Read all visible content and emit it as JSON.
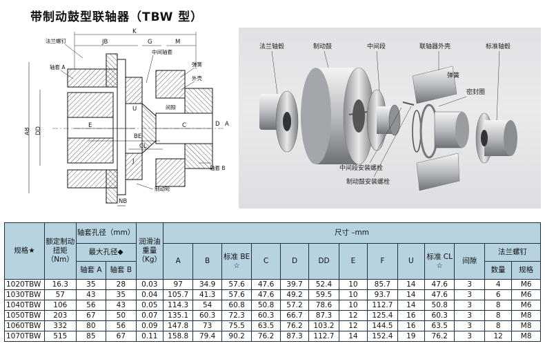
{
  "title": "带制动鼓型联轴器（TBW 型）",
  "drawing": {
    "dims": {
      "K": "K",
      "JB": "JB",
      "G": "G",
      "M": "M",
      "AB": "AB",
      "DD": "DD",
      "D": "D",
      "U": "U",
      "BE": "BE",
      "C": "C",
      "CL": "CL",
      "J": "J",
      "A": "A",
      "NB": "NB"
    },
    "labels": {
      "flange_bolt": "法兰螺钉",
      "hub_a": "轴套 A",
      "mid_shaft": "中间轴套",
      "spring": "弹簧",
      "housing": "外壳",
      "gap": "间隙",
      "hub_b": "轴套 B",
      "brake_wheel": "制动轮"
    }
  },
  "photo": {
    "labels": {
      "flange_hub": "法兰轴毂",
      "brake_drum": "制动鼓",
      "middle_section": "中间段",
      "coupling_housing": "联轴器外壳",
      "standard_hub": "标准轴毂",
      "spring": "弹簧",
      "seal": "密封圈",
      "mid_bolt": "中间段安装螺栓",
      "drum_bolt": "制动鼓安装螺栓"
    }
  },
  "table": {
    "h_model": "规格★",
    "h_torque": "额定制动扭矩（Nm）",
    "h_bore": "轴套孔径（mm）",
    "h_maxbore": "最大孔径◆",
    "h_bore_a": "轴套 A",
    "h_bore_b": "轴套 B",
    "h_lube": "润滑油重量（Kg）",
    "h_dims": "尺寸 –mm",
    "h_A": "A",
    "h_B": "B",
    "h_BE": "标准 BE ☆",
    "h_C": "C",
    "h_D": "D",
    "h_DD": "DD",
    "h_E": "E",
    "h_F": "F",
    "h_U": "U",
    "h_CL": "标准 CL ☆",
    "h_gap": "间隙",
    "h_bolt": "法兰螺钉",
    "h_qty": "数量",
    "h_spec": "规格",
    "rows": [
      [
        "1020TBW",
        "16.3",
        "35",
        "28",
        "0.03",
        "97",
        "34.9",
        "57.6",
        "47.6",
        "39.7",
        "52.4",
        "10",
        "85.7",
        "14",
        "47.6",
        "3",
        "4",
        "M6"
      ],
      [
        "1030TBW",
        "57",
        "43",
        "35",
        "0.04",
        "105.7",
        "41.3",
        "57.6",
        "47.6",
        "49.2",
        "59.5",
        "10",
        "93.7",
        "14",
        "47.6",
        "3",
        "6",
        "M6"
      ],
      [
        "1040TBW",
        "106",
        "56",
        "43",
        "0.05",
        "114.3",
        "54",
        "60.8",
        "50.8",
        "57.2",
        "78.6",
        "10",
        "112.7",
        "14",
        "50.8",
        "3",
        "8",
        "M6"
      ],
      [
        "1050TBW",
        "203",
        "67",
        "50",
        "0.07",
        "135.1",
        "60.3",
        "72.3",
        "60.3",
        "66.7",
        "87.3",
        "12",
        "125.4",
        "16",
        "60.3",
        "3",
        "8",
        "M8"
      ],
      [
        "1060TBW",
        "332",
        "80",
        "56",
        "0.09",
        "147.8",
        "73",
        "75.5",
        "63.5",
        "76.2",
        "103.2",
        "12",
        "144.5",
        "16",
        "63.5",
        "3",
        "8",
        "M8"
      ],
      [
        "1070TBW",
        "515",
        "85",
        "67",
        "0.11",
        "158.8",
        "79.4",
        "90.2",
        "76.2",
        "87.3",
        "112.7",
        "14",
        "152.4",
        "19",
        "76.2",
        "3",
        "12",
        "M8"
      ]
    ]
  }
}
